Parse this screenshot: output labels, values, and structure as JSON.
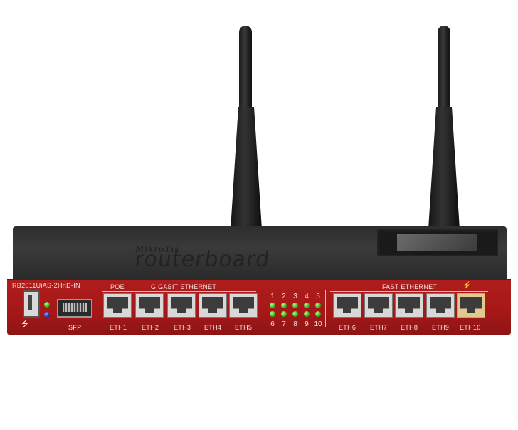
{
  "device": {
    "model": "RB2011UiAS-2HnD-IN",
    "brand_small": "MikroTik",
    "brand_big": "routerboard"
  },
  "panel": {
    "poe_label": "POE",
    "gigabit_label": "GIGABIT ETHERNET",
    "fast_label": "FAST ETHERNET",
    "sfp_label": "SFP",
    "usb_symbol": "⭍",
    "poe_out_symbol": "⚡",
    "ports_gigabit": [
      "ETH1",
      "ETH2",
      "ETH3",
      "ETH4",
      "ETH5"
    ],
    "ports_fast": [
      "ETH6",
      "ETH7",
      "ETH8",
      "ETH9",
      "ETH10"
    ],
    "led_top_numbers": [
      "1",
      "2",
      "3",
      "4",
      "5"
    ],
    "led_bottom_numbers": [
      "6",
      "7",
      "8",
      "9",
      "10"
    ]
  },
  "colors": {
    "panel_red": "#a51818",
    "chassis_black": "#2e2e2e",
    "led_green": "#39b21e",
    "led_blue": "#1a33c8"
  }
}
